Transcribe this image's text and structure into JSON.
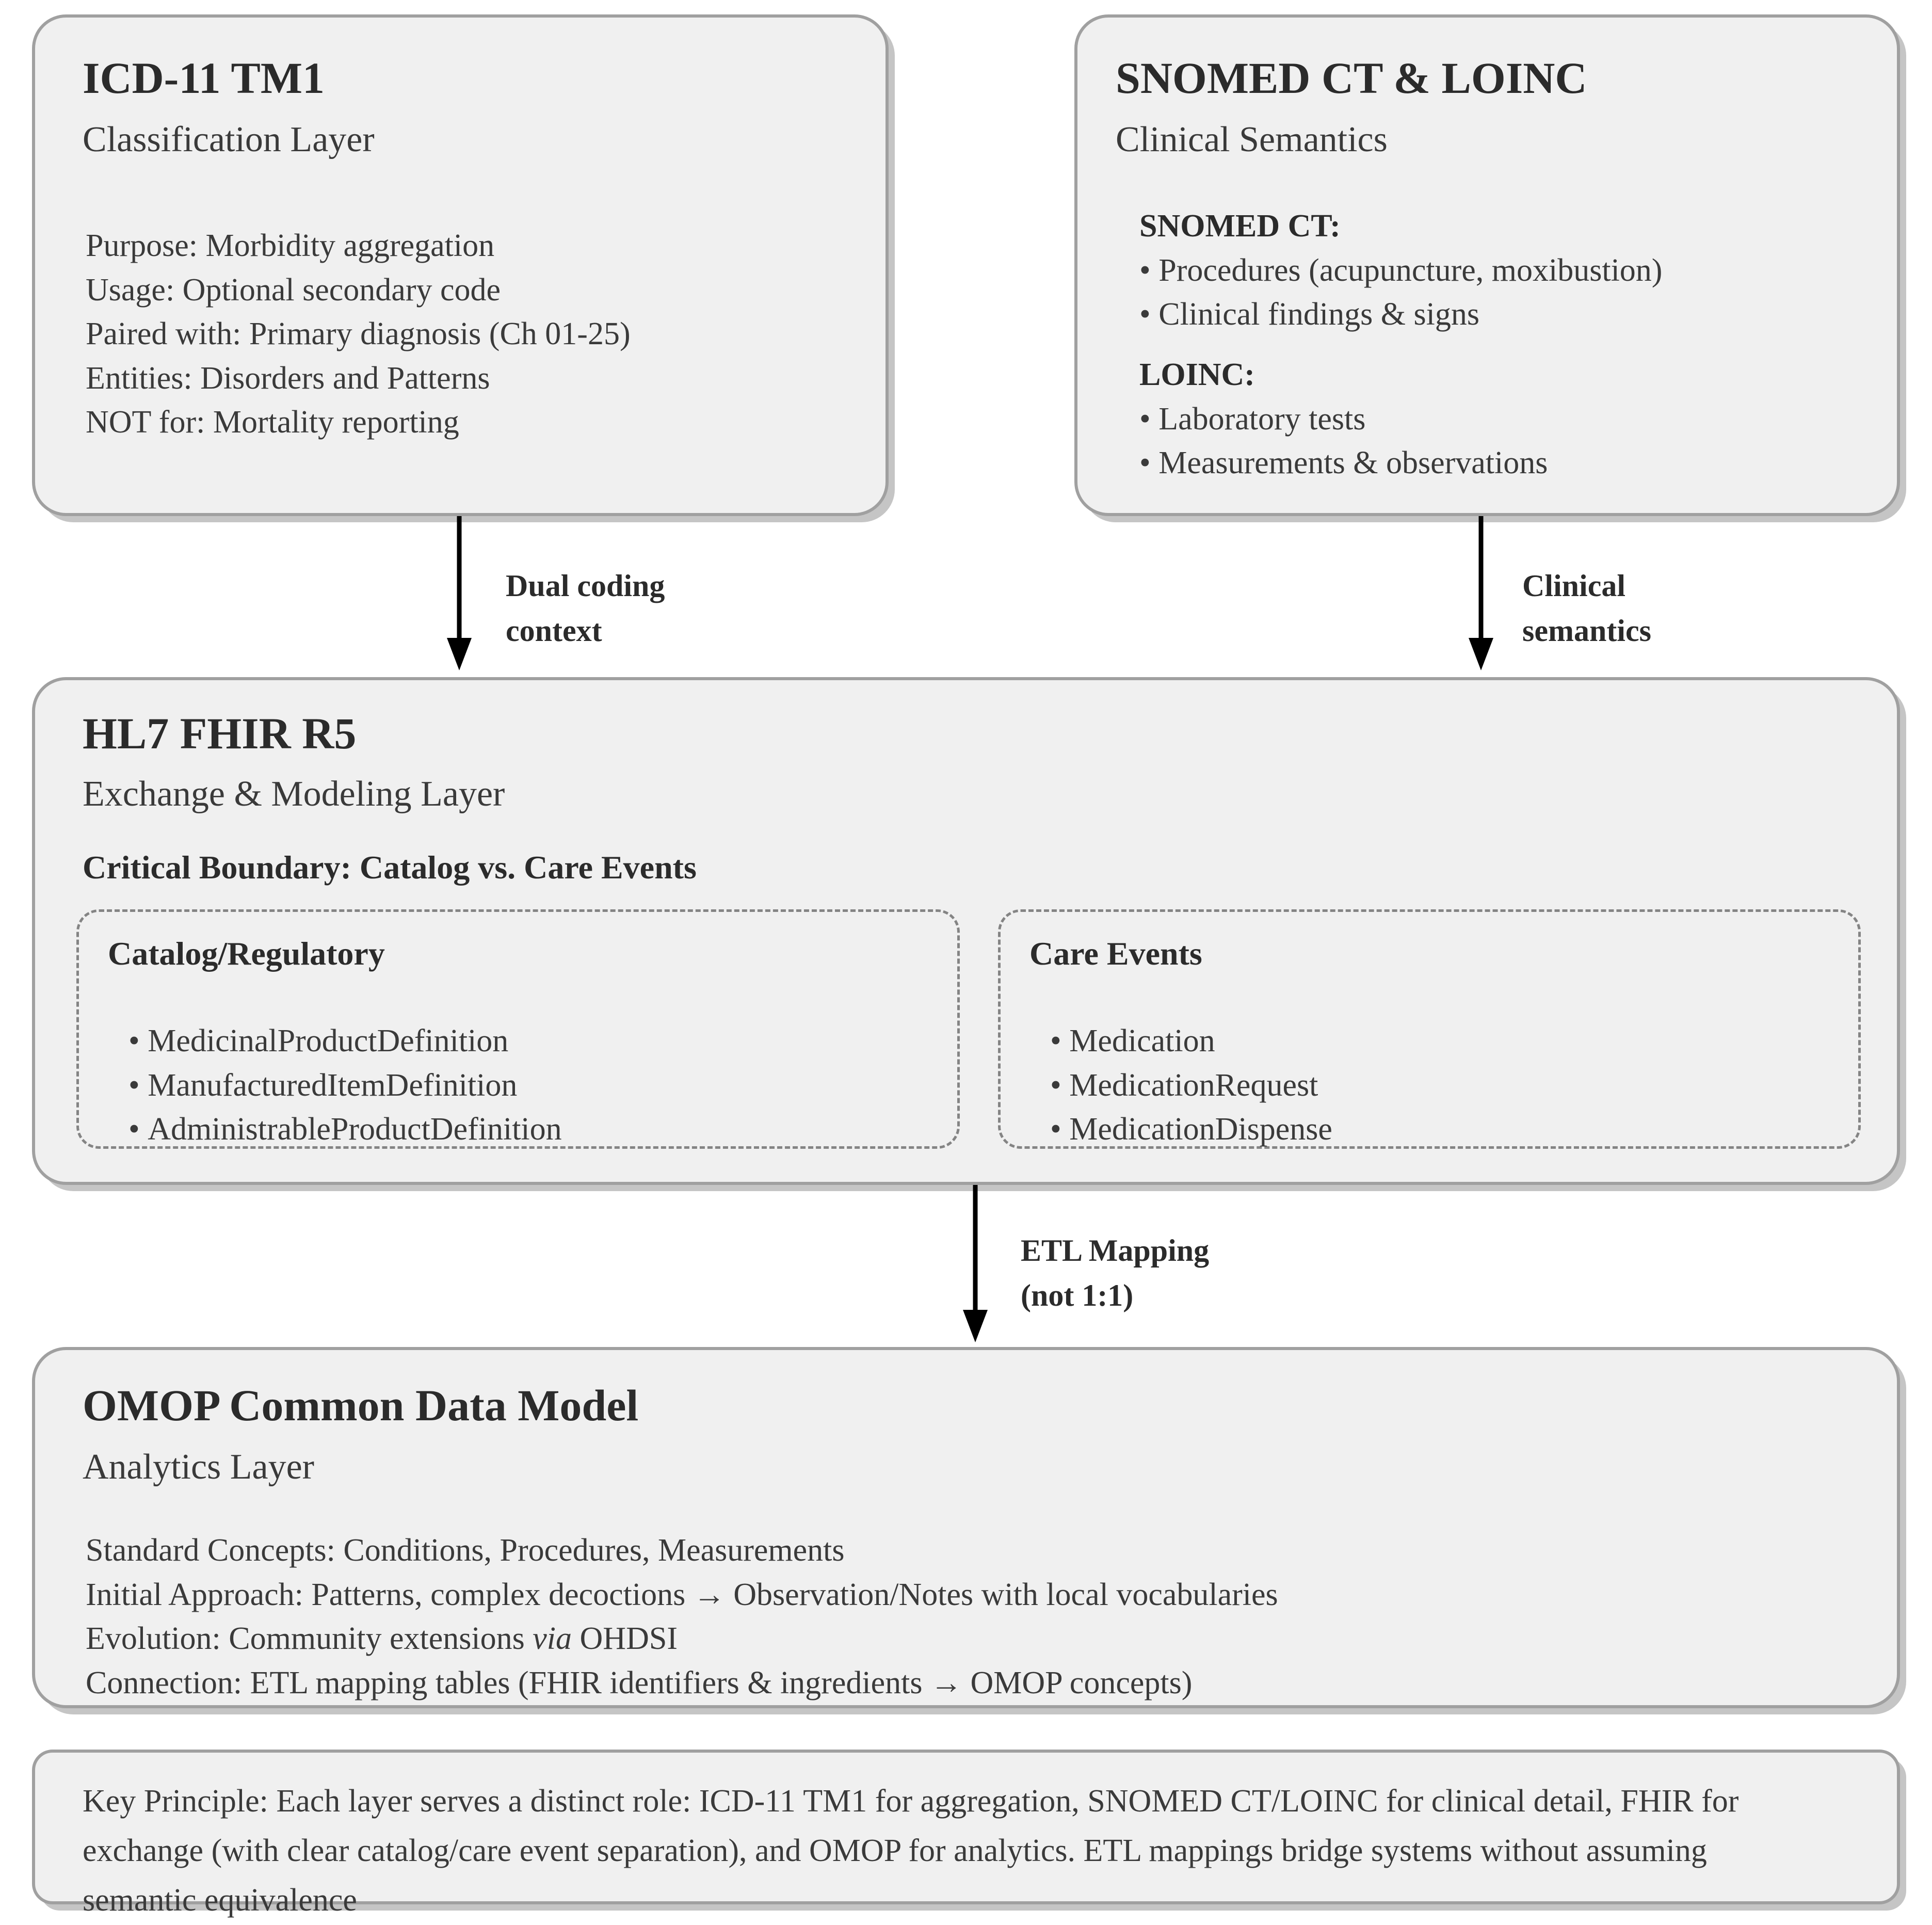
{
  "diagram": {
    "title": "TM interoperability layer architecture",
    "colors": {
      "box_fill": "#f0f0f0",
      "box_border": "#a0a0a0",
      "dashed_border": "#848484",
      "text": "#3a3a3a",
      "heading_text": "#2b2b2b",
      "arrow": "#000000",
      "page_background": "#ffffff"
    }
  },
  "icd11": {
    "title": "ICD-11 TM1",
    "subtitle": "Classification Layer",
    "lines": [
      "Purpose: Morbidity aggregation",
      "Usage: Optional secondary code",
      "Paired with: Primary diagnosis (Ch 01-25)",
      "Entities: Disorders and Patterns",
      "NOT for: Mortality reporting"
    ]
  },
  "snomed_loinc": {
    "title": "SNOMED CT & LOINC",
    "subtitle": "Clinical Semantics",
    "groups": [
      {
        "heading": "SNOMED CT:",
        "bullets": [
          "Procedures (acupuncture, moxibustion)",
          "Clinical findings & signs"
        ]
      },
      {
        "heading": "LOINC:",
        "bullets": [
          "Laboratory tests",
          "Measurements & observations"
        ]
      }
    ]
  },
  "fhir": {
    "title": "HL7 FHIR R5",
    "subtitle": "Exchange & Modeling Layer",
    "section_heading": "Critical Boundary: Catalog vs. Care Events",
    "panels": [
      {
        "title": "Catalog/Regulatory",
        "items": [
          "MedicinalProductDefinition",
          "ManufacturedItemDefinition",
          "AdministrableProductDefinition"
        ]
      },
      {
        "title": "Care Events",
        "items": [
          "Medication",
          "MedicationRequest",
          "MedicationDispense"
        ]
      }
    ]
  },
  "omop": {
    "title": "OMOP Common Data Model",
    "subtitle": "Analytics Layer",
    "lines": [
      "Standard Concepts: Conditions, Procedures, Measurements",
      "Initial Approach: Patterns, complex decoctions → Observation/Notes with local vocabularies",
      "Evolution: Community extensions via OHDSI",
      "Connection: ETL mapping tables (FHIR identifiers & ingredients → OMOP concepts)"
    ],
    "evolution_prefix": "Evolution: Community extensions ",
    "evolution_italic": "via",
    "evolution_suffix": " OHDSI"
  },
  "key_principle": {
    "text": "Key Principle: Each layer serves a distinct role: ICD-11 TM1 for aggregation, SNOMED CT/LOINC for clinical detail, FHIR for exchange (with clear catalog/care event separation), and OMOP for analytics. ETL mappings bridge systems without assuming semantic equivalence"
  },
  "arrows": [
    {
      "id": "icd-to-fhir",
      "label_line1": "Dual coding",
      "label_line2": "context"
    },
    {
      "id": "snomed-to-fhir",
      "label_line1": "Clinical",
      "label_line2": "semantics"
    },
    {
      "id": "fhir-to-omop",
      "label_line1": "ETL Mapping",
      "label_line2": "(not 1:1)"
    }
  ]
}
